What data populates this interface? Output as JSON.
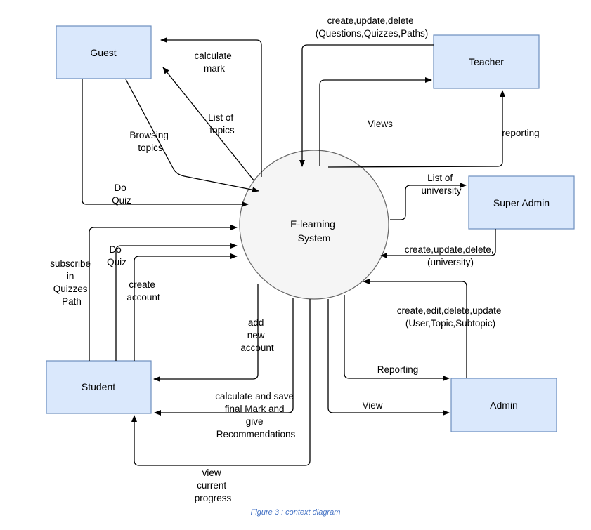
{
  "diagram": {
    "hub": [
      "E-learning",
      "System"
    ],
    "entities": {
      "guest": "Guest",
      "teacher": "Teacher",
      "super_admin": "Super Admin",
      "student": "Student",
      "admin": "Admin"
    },
    "flows": {
      "calculate_mark": [
        "calculate",
        "mark"
      ],
      "list_of_topics": [
        "List of",
        "topics"
      ],
      "browsing_topics": [
        "Browsing",
        "topics"
      ],
      "do_quiz_guest": [
        "Do",
        "Quiz"
      ],
      "teacher_crud": [
        "create,update,delete",
        "(Questions,Quizzes,Paths)"
      ],
      "views": [
        "Views"
      ],
      "reporting_teacher": [
        "reporting"
      ],
      "list_of_university": [
        "List of",
        "university"
      ],
      "super_admin_crud": [
        "create,update,delete,",
        "(university)"
      ],
      "admin_crud": [
        "create,edit,delete,update",
        "(User,Topic,Subtopic)"
      ],
      "reporting_admin": [
        "Reporting"
      ],
      "view_admin": [
        "View"
      ],
      "subscribe": [
        "subscribe",
        "in",
        "Quizzes",
        "Path"
      ],
      "do_quiz_student": [
        "Do",
        "Quiz"
      ],
      "create_account": [
        "create",
        "account"
      ],
      "add_new_account": [
        "add",
        "new",
        "account"
      ],
      "calculate_save": [
        "calculate and save",
        "final Mark and",
        "give",
        "Recommendations"
      ],
      "view_progress": [
        "view",
        "current",
        "progress"
      ]
    },
    "caption": "Figure 3 : context diagram"
  }
}
